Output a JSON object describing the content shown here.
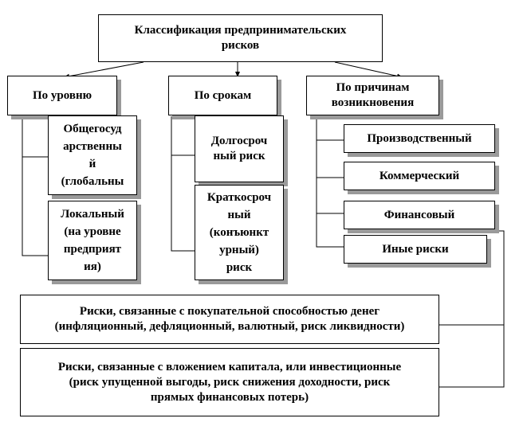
{
  "diagram": {
    "title": "Классификация предпринимательских\nрисков",
    "categories": {
      "level": {
        "label": "По уровню",
        "children": [
          "Общегосуд\nарственны\nй\n(глобальны",
          "Локальный\n(на уровне\nпредприят\nия)"
        ]
      },
      "term": {
        "label": "По срокам",
        "children": [
          "Долгосроч\nный риск",
          "Краткосроч\nный\n(конъюнкт\nурный)\nриск"
        ]
      },
      "cause": {
        "label": "По причинам\nвозникновения",
        "children": [
          "Производственный",
          "Коммерческий",
          "Финансовый",
          "Иные риски"
        ]
      }
    },
    "financial_subtypes": [
      "Риски, связанные с покупательной способностью денег\n(инфляционный, дефляционный, валютный, риск ликвидности)",
      "Риски, связанные с вложением капитала, или инвестиционные\n(риск упущенной выгоды, риск снижения доходности, риск\nпрямых финансовых потерь)"
    ],
    "colors": {
      "line": "#000000",
      "shadow": "#9a9a9a",
      "background": "#ffffff"
    }
  }
}
